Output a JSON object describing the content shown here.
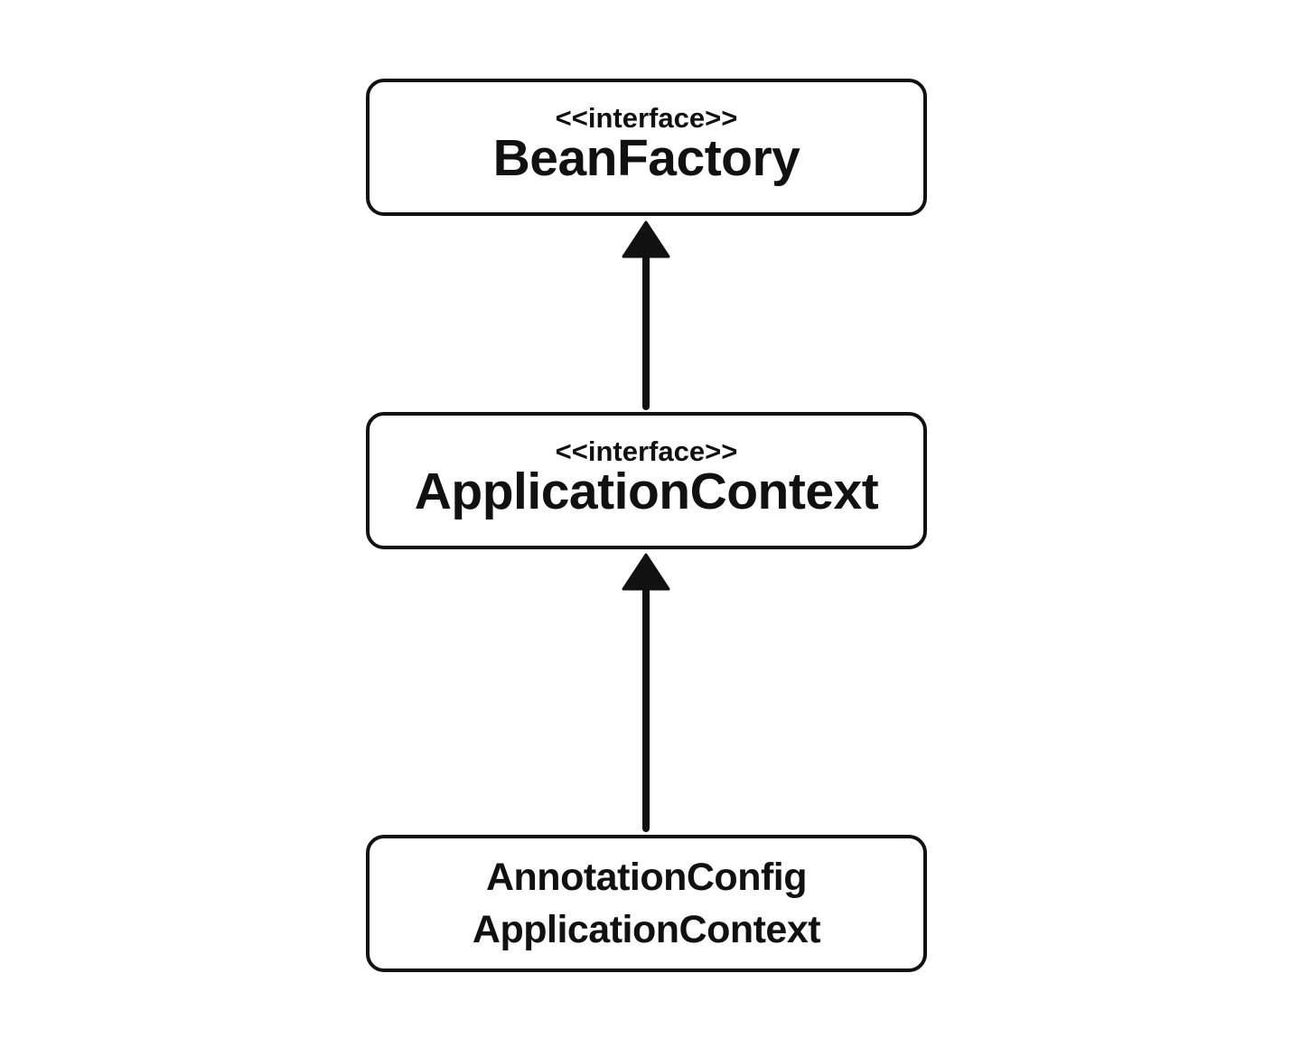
{
  "diagram": {
    "nodes": [
      {
        "id": "beanfactory",
        "stereotype": "<<interface>>",
        "name_lines": [
          "BeanFactory"
        ]
      },
      {
        "id": "applicationcontext",
        "stereotype": "<<interface>>",
        "name_lines": [
          "ApplicationContext"
        ]
      },
      {
        "id": "annotationconfig",
        "stereotype": "",
        "name_lines": [
          "AnnotationConfig",
          "ApplicationContext"
        ]
      }
    ],
    "edges": [
      {
        "from": "applicationcontext",
        "to": "beanfactory",
        "kind": "inheritance"
      },
      {
        "from": "annotationconfig",
        "to": "applicationcontext",
        "kind": "inheritance"
      }
    ],
    "colors": {
      "stroke": "#111111",
      "background": "#ffffff"
    }
  }
}
